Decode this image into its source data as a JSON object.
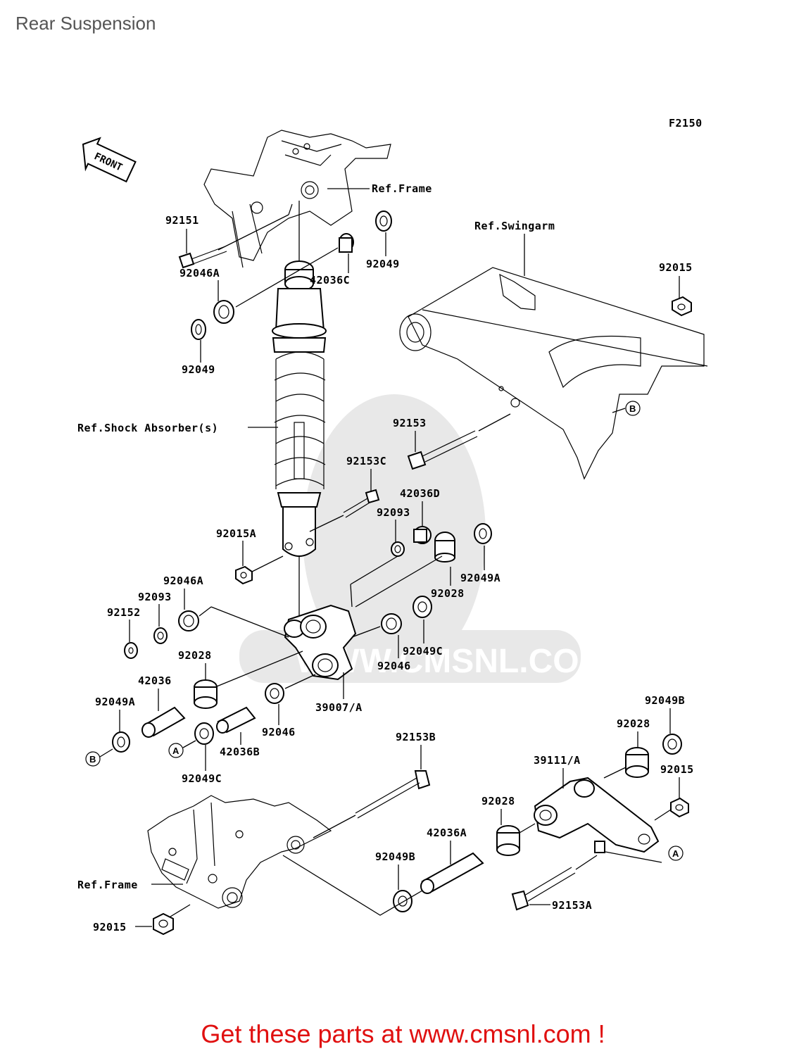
{
  "page": {
    "title": "Rear Suspension"
  },
  "diagram": {
    "code": "F2150",
    "front_label": "FRONT",
    "refs": {
      "frame_top": "Ref.Frame",
      "swingarm": "Ref.Swingarm",
      "shock": "Ref.Shock Absorber(s)",
      "frame_bottom": "Ref.Frame"
    },
    "parts": {
      "p92151": "92151",
      "p92046A_top": "92046A",
      "p92049_left": "92049",
      "p42036C": "42036C",
      "p92049_right": "92049",
      "p92015_top": "92015",
      "p92153": "92153",
      "p92153C": "92153C",
      "p42036D": "42036D",
      "p92093_mid": "92093",
      "p92015A": "92015A",
      "p92049A_mid": "92049A",
      "p92028_mid": "92028",
      "p92046A_mid": "92046A",
      "p92093_left": "92093",
      "p92152": "92152",
      "p92049C_mid": "92049C",
      "p92046_mid": "92046",
      "p92028_left": "92028",
      "p42036": "42036",
      "p92049A_left": "92049A",
      "p39007A": "39007/A",
      "p92046_low": "92046",
      "p42036B": "42036B",
      "p92049C_low": "92049C",
      "p92153B": "92153B",
      "p92049B_right": "92049B",
      "p92028_right": "92028",
      "p39111A": "39111/A",
      "p92015_right": "92015",
      "p92028_low": "92028",
      "p42036A": "42036A",
      "p92049B_low": "92049B",
      "p92153A": "92153A",
      "p92015_bottom": "92015"
    },
    "markers": {
      "a": "A",
      "b": "B"
    },
    "watermark": "WWW.CMSNL.COM"
  },
  "footer": {
    "text": "Get these parts at www.cmsnl.com !"
  },
  "colors": {
    "footer": "#e01010",
    "title": "#555555"
  }
}
